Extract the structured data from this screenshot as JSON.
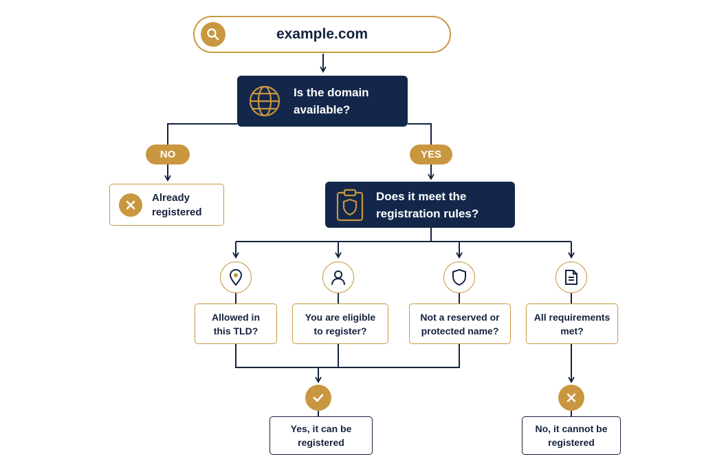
{
  "search": {
    "text": "example.com",
    "icon": "search-icon"
  },
  "decision1": {
    "line1": "Is the domain",
    "line2": "available?",
    "icon": "globe-icon"
  },
  "branches": {
    "no": "NO",
    "yes": "YES"
  },
  "already": {
    "line1": "Already",
    "line2": "registered",
    "icon": "x-circle-icon"
  },
  "decision2": {
    "line1": "Does it meet the",
    "line2": "registration rules?",
    "icon": "clipboard-shield-icon"
  },
  "rules": [
    {
      "line1": "Allowed in",
      "line2": "this TLD?",
      "icon": "location-pin-icon"
    },
    {
      "line1": "You are eligible",
      "line2": "to register?",
      "icon": "user-icon"
    },
    {
      "line1": "Not a reserved or",
      "line2": "protected name?",
      "icon": "shield-icon"
    },
    {
      "line1": "All requirements",
      "line2": "met?",
      "icon": "document-icon"
    }
  ],
  "yes_result": {
    "line1": "Yes, it can be",
    "line2": "registered",
    "icon": "check-circle-icon"
  },
  "no_result": {
    "line1": "No, it cannot be",
    "line2": "registered",
    "icon": "x-circle-icon"
  },
  "colors": {
    "navy": "#13274a",
    "gold": "#c9973f",
    "text": "#14213d"
  }
}
